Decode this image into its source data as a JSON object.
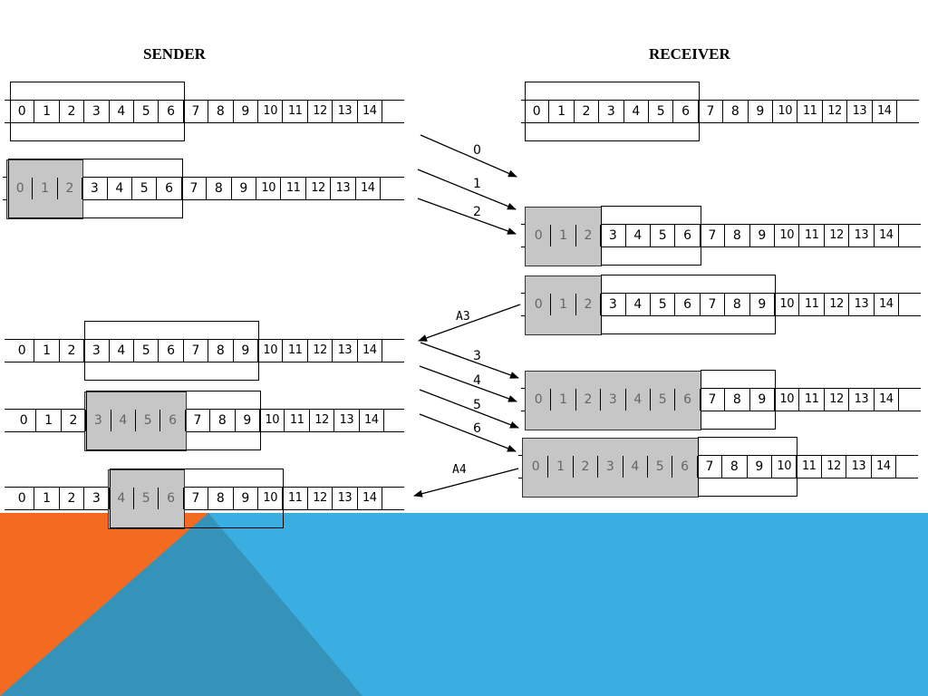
{
  "headings": {
    "sender": "SENDER",
    "receiver": "RECEIVER"
  },
  "colors": {
    "shade": "#c6c6c6",
    "blue": "#3aaee0",
    "orange": "#f26b21",
    "dark_blue": "#3592b8"
  },
  "sequence": [
    "0",
    "1",
    "2",
    "3",
    "4",
    "5",
    "6",
    "7",
    "8",
    "9",
    "10",
    "11",
    "12",
    "13",
    "14"
  ],
  "sender_rows": [
    {
      "acked": [],
      "sent": [],
      "window_start": 0,
      "window_size": 7
    },
    {
      "acked": [],
      "sent": [
        0,
        1,
        2
      ],
      "window_start": 0,
      "window_size": 7
    },
    {
      "acked": [
        0,
        1,
        2
      ],
      "sent": [],
      "window_start": 3,
      "window_size": 7
    },
    {
      "acked": [
        0,
        1,
        2
      ],
      "sent": [
        3,
        4,
        5,
        6
      ],
      "window_start": 3,
      "window_size": 7
    },
    {
      "acked": [
        0,
        1,
        2,
        3
      ],
      "sent": [
        4,
        5,
        6
      ],
      "window_start": 4,
      "window_size": 7
    }
  ],
  "receiver_rows": [
    {
      "received": [],
      "window_start": 0,
      "window_size": 7
    },
    {
      "received": [
        0,
        1,
        2
      ],
      "window_start": 3,
      "window_size": 4
    },
    {
      "received": [
        0,
        1,
        2
      ],
      "window_start": 3,
      "window_size": 7
    },
    {
      "received": [
        0,
        1,
        2,
        3,
        4,
        5,
        6
      ],
      "window_start": 7,
      "window_size": 3
    },
    {
      "received": [
        0,
        1,
        2,
        3,
        4,
        5,
        6
      ],
      "window_start": 7,
      "window_size": 4
    }
  ],
  "frames_to_receiver": [
    "0",
    "1",
    "2",
    "3",
    "4",
    "5",
    "6"
  ],
  "acks_to_sender": [
    "A3",
    "A4"
  ]
}
